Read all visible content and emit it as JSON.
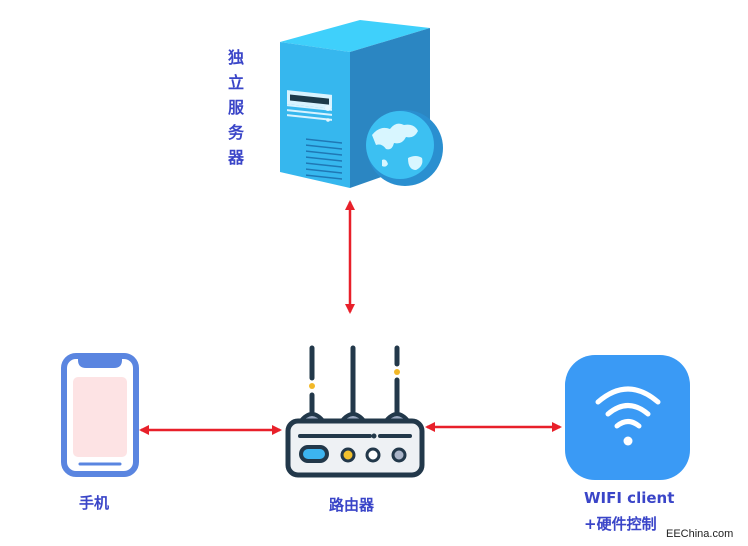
{
  "nodes": {
    "server": {
      "label": "独\n立\n服\n务\n器",
      "icon": "server-globe-icon"
    },
    "router": {
      "label": "路由器",
      "icon": "router-icon"
    },
    "phone": {
      "label": "手机",
      "icon": "smartphone-icon"
    },
    "wifi_client": {
      "label_line1": "WIFI client",
      "label_line2": "+硬件控制",
      "icon": "wifi-icon"
    }
  },
  "edges": [
    {
      "from": "server",
      "to": "router",
      "style": "bidirectional",
      "color": "#e8202a"
    },
    {
      "from": "phone",
      "to": "router",
      "style": "bidirectional",
      "color": "#e8202a"
    },
    {
      "from": "router",
      "to": "wifi_client",
      "style": "bidirectional",
      "color": "#e8202a"
    }
  ],
  "colors": {
    "label": "#3a45c8",
    "arrow": "#e8202a",
    "wifi_bg": "#3a9af5",
    "phone_frame": "#5a85e0",
    "router_dark": "#22384a"
  },
  "watermark": "EEChina.com"
}
